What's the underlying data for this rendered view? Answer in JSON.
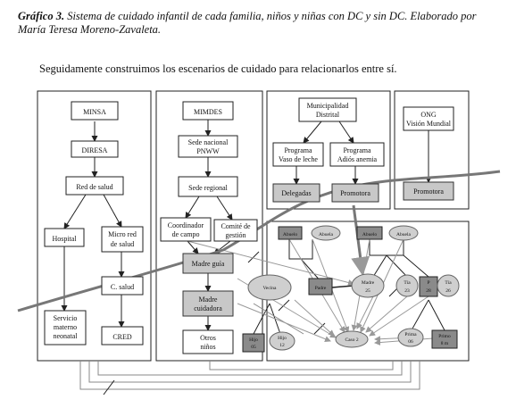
{
  "caption": {
    "label": "Gráfico 3.",
    "text": "Sistema de cuidado infantil de cada familia, niños y niñas con DC y sin DC. Elaborado por María Teresa Moreno-Zavaleta."
  },
  "intro": "Seguidamente construimos los escenarios de cuidado para relacionarlos entre sí.",
  "colors": {
    "line": "#222222",
    "gray_box": "#c8c8c8",
    "dark_box": "#8a8a8a",
    "ellipse": "#cfcfcf",
    "thick_line": "#777777"
  },
  "nodes": {
    "minsa": "MINSA",
    "diresa": "DIRESA",
    "red_salud": "Red de salud",
    "hospital": "Hospital",
    "micro_red_1": "Micro red",
    "micro_red_2": "de salud",
    "servicio_1": "Servicio",
    "servicio_2": "materno",
    "servicio_3": "neonatal",
    "c_salud": "C. salud",
    "cred": "CRED",
    "mimdes": "MIMDES",
    "sede_nac_1": "Sede nacional",
    "sede_nac_2": "PNWW",
    "sede_reg": "Sede regional",
    "coord_1": "Coordinador",
    "coord_2": "de campo",
    "comite_1": "Comité de",
    "comite_2": "gestión",
    "madre_guia": "Madre guía",
    "madre_cuid_1": "Madre",
    "madre_cuid_2": "cuidadora",
    "otros_1": "Otros",
    "otros_2": "niños",
    "muni_1": "Municipalidad",
    "muni_2": "Distrital",
    "vaso_1": "Programa",
    "vaso_2": "Vaso de leche",
    "adios_1": "Programa",
    "adios_2": "Adiós anemia",
    "delegadas": "Delegadas",
    "promotora_1": "Promotora",
    "ong_1": "ONG",
    "ong_2": "Visión Mundial",
    "promotora_2": "Promotora",
    "abuelo_1": "Abuelo",
    "abuela_1": "Abuela",
    "abuelo_2": "Abuelo",
    "abuela_2": "Abuela",
    "vecina": "Vecina",
    "padre": "Padre",
    "madre_1": "Madre",
    "madre_2": "25",
    "tia_a_1": "Tía",
    "tia_a_2": "23",
    "p_1": "P",
    "p_2": "28",
    "tia_b_1": "Tía",
    "tia_b_2": "26",
    "hijo_1": "Hijo",
    "hijo_2": "05",
    "hijo2_1": "Hijo",
    "hijo2_2": "12",
    "caso": "Caso 2",
    "prima_1": "Prima",
    "prima_2": "06",
    "primo_1": "Primo",
    "primo_2": "8 m"
  }
}
